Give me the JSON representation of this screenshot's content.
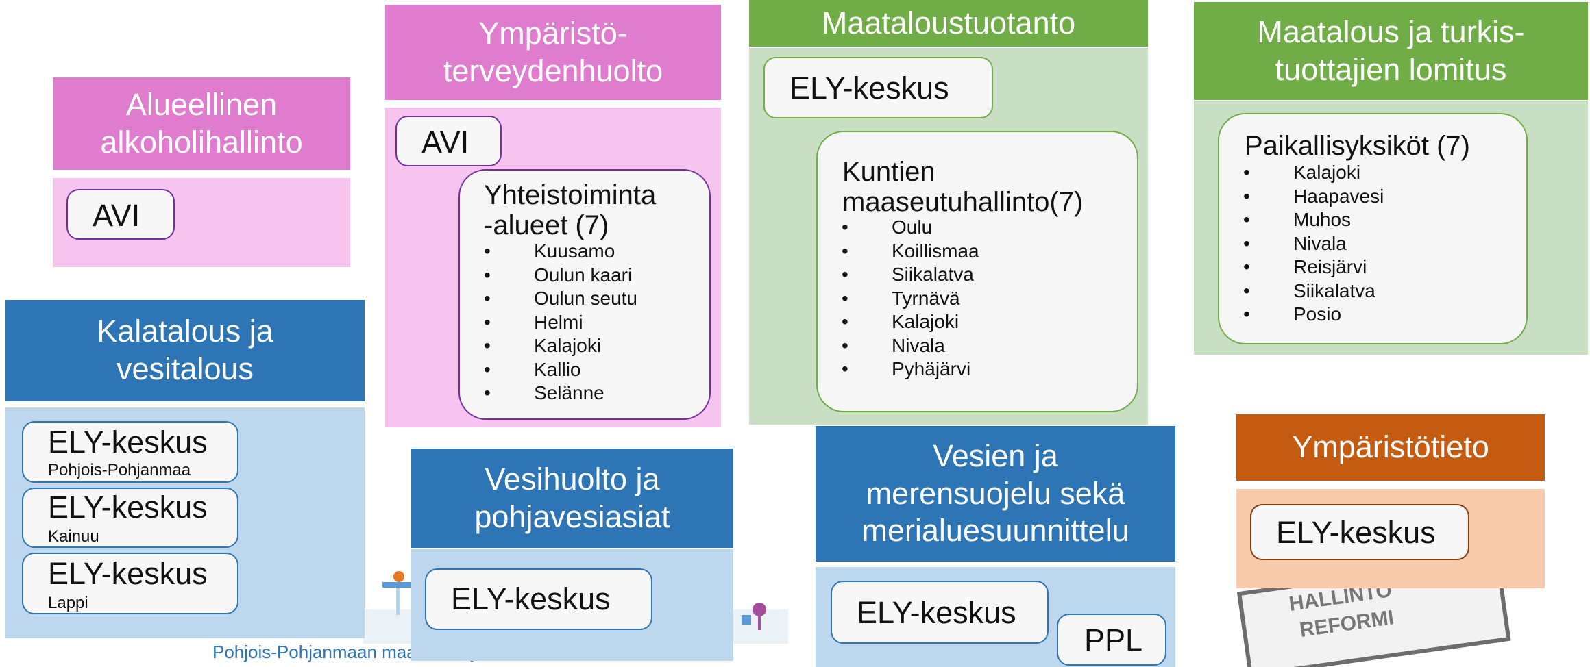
{
  "footer": {
    "text": "Pohjois-Pohjanmaan maakunta- ja sote-uudistus"
  },
  "stamp": {
    "text_line1": "HALLINTO",
    "text_line2": "REFORMI"
  },
  "alko": {
    "title_line1": "Alueellinen",
    "title_line2": "alkoholihallinto",
    "org": "AVI"
  },
  "ymp": {
    "title_line1": "Ympäristö-",
    "title_line2": "terveydenhuolto",
    "org": "AVI",
    "sub_title_line1": "Yhteistoiminta",
    "sub_title_line2": "-alueet (7)",
    "items": [
      "Kuusamo",
      "Oulun kaari",
      "Oulun seutu",
      "Helmi",
      "Kalajoki",
      "Kallio",
      "Selänne"
    ]
  },
  "maat": {
    "title": "Maataloustuotanto",
    "org": "ELY-keskus",
    "sub_title_line1": "Kuntien",
    "sub_title_line2": "maaseutuhallinto(7)",
    "items": [
      "Oulu",
      "Koillismaa",
      "Siikalatva",
      "Tyrnävä",
      "Kalajoki",
      "Nivala",
      "Pyhäjärvi"
    ]
  },
  "lomitus": {
    "title_line1": "Maatalous ja turkis-",
    "title_line2": "tuottajien lomitus",
    "sub_title": "Paikallisyksiköt (7)",
    "items": [
      "Kalajoki",
      "Haapavesi",
      "Muhos",
      "Nivala",
      "Reisjärvi",
      "Siikalatva",
      "Posio"
    ]
  },
  "kala": {
    "title_line1": "Kalatalous ja",
    "title_line2": "vesitalous",
    "orgs": [
      {
        "name": "ELY-keskus",
        "region": "Pohjois-Pohjanmaa"
      },
      {
        "name": "ELY-keskus",
        "region": "Kainuu"
      },
      {
        "name": "ELY-keskus",
        "region": "Lappi"
      }
    ]
  },
  "vesihuolto": {
    "title_line1": "Vesihuolto ja",
    "title_line2": "pohjavesiasiat",
    "org": "ELY-keskus"
  },
  "vesien": {
    "title_line1": "Vesien ja",
    "title_line2": "merensuojelu sekä",
    "title_line3": "merialuesuunnittelu",
    "org": "ELY-keskus",
    "org2": "PPL"
  },
  "ymptieto": {
    "title": "Ympäristötieto",
    "org": "ELY-keskus"
  },
  "colors": {
    "magenta": "#e07ccd",
    "light_magenta": "#f6c4ef",
    "green": "#70ad47",
    "light_green": "#c9dfc3",
    "blue": "#2e75b6",
    "light_blue": "#bdd7ee",
    "orange": "#c55a11",
    "light_orange": "#f8cbad"
  }
}
